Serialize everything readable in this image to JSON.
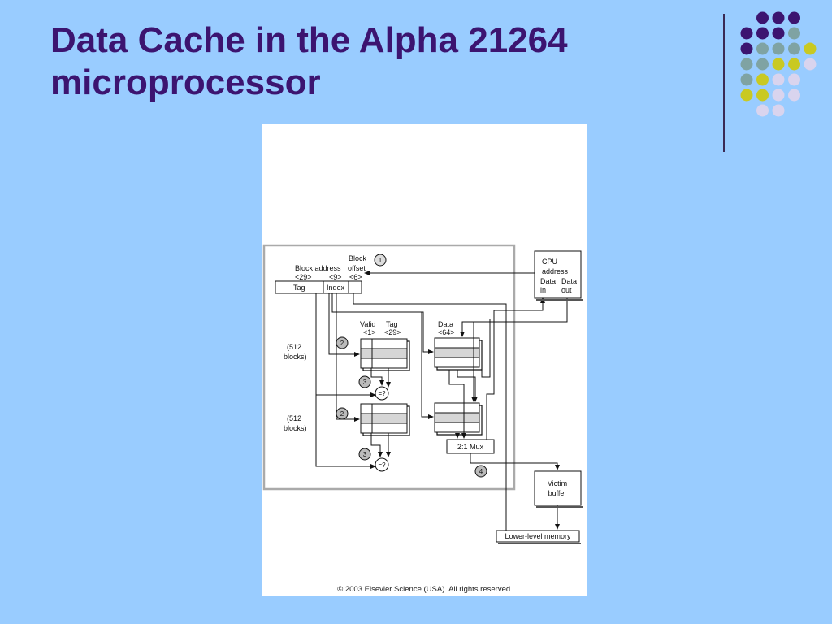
{
  "slide": {
    "title_line1": "Data Cache in the Alpha 21264",
    "title_line2": "microprocessor"
  },
  "palette": {
    "background": "#99ccff",
    "title": "#3c1470",
    "dot_purple": "#3c1470",
    "dot_teal": "#7fa3a3",
    "dot_yellow": "#c9c922",
    "dot_lavender": "#d9d4ee"
  },
  "figure": {
    "block_label": "Block",
    "offset_label": "offset",
    "block_address_label": "Block address",
    "tag_bits": "<29>",
    "index_bits": "<9>",
    "offset_bits": "<6>",
    "tag_field": "Tag",
    "index_field": "Index",
    "cpu_line1": "CPU",
    "cpu_line2": "address",
    "cpu_data": "Data",
    "cpu_in": "in",
    "cpu_out": "out",
    "valid_label": "Valid",
    "valid_bits": "<1>",
    "tag_col_label": "Tag",
    "tag_col_bits": "<29>",
    "data_label": "Data",
    "data_bits": "<64>",
    "blocks_line1": "(512",
    "blocks_line2": "blocks)",
    "compare": "=?",
    "mux": "2:1 Mux",
    "victim_line1": "Victim",
    "victim_line2": "buffer",
    "lower_memory": "Lower-level memory",
    "step1": "1",
    "step2": "2",
    "step3": "3",
    "step4": "4",
    "copyright": "© 2003 Elsevier Science (USA). All rights reserved."
  }
}
